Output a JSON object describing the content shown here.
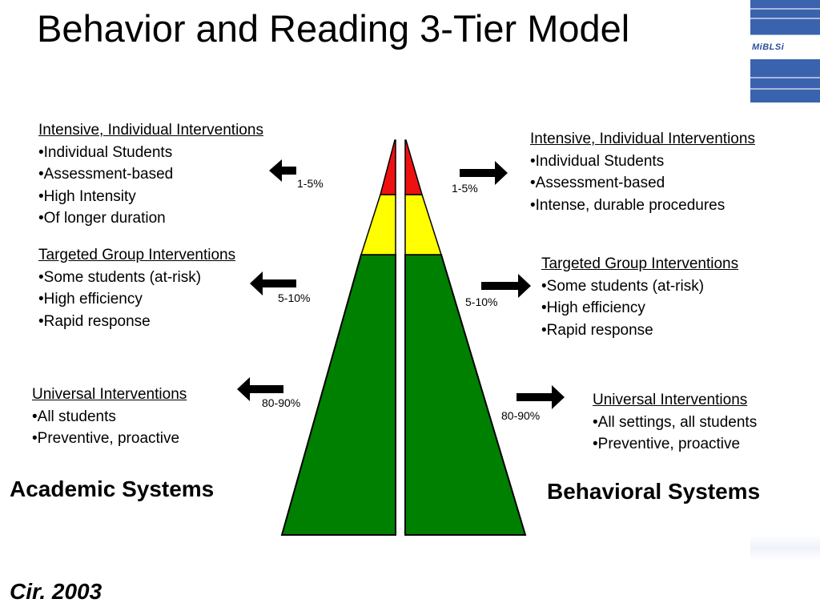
{
  "title": "Behavior and Reading 3-Tier Model",
  "logo": {
    "text": "MiBLSi"
  },
  "academic": {
    "system_label": "Academic Systems",
    "tiers": {
      "intensive": {
        "header": "Intensive, Individual Interventions",
        "items": [
          "•Individual Students",
          "•Assessment-based",
          "•High Intensity",
          "•Of longer duration"
        ],
        "percent": "1-5%"
      },
      "targeted": {
        "header": "Targeted Group Interventions",
        "items": [
          "•Some students (at-risk)",
          "•High efficiency",
          "•Rapid response"
        ],
        "percent": "5-10%"
      },
      "universal": {
        "header": "Universal Interventions",
        "items": [
          "•All students",
          "•Preventive,  proactive"
        ],
        "percent": "80-90%"
      }
    }
  },
  "behavioral": {
    "system_label": "Behavioral Systems",
    "tiers": {
      "intensive": {
        "header": "Intensive, Individual Interventions",
        "items": [
          "•Individual Students",
          "•Assessment-based",
          "•Intense, durable procedures"
        ],
        "percent": "1-5%"
      },
      "targeted": {
        "header": "Targeted Group Interventions",
        "items": [
          "•Some students (at-risk)",
          "•High efficiency",
          "•Rapid response"
        ],
        "percent": "5-10%"
      },
      "universal": {
        "header": "Universal Interventions",
        "items": [
          "•All settings, all students",
          "•Preventive,  proactive"
        ],
        "percent": "80-90%"
      }
    }
  },
  "citation": "Cir. 2003",
  "colors": {
    "intensive": "#ee1111",
    "targeted": "#ffff00",
    "universal": "#008000",
    "arrow": "#000000",
    "logo": "#3a63ae"
  }
}
